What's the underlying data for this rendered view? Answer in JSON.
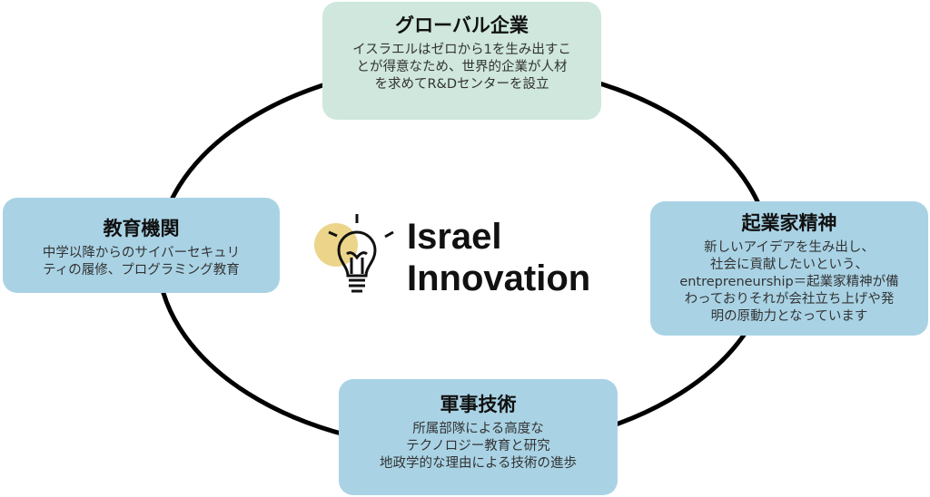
{
  "center": {
    "title_line1": "Israel",
    "title_line2": "Innovation",
    "icon": "lightbulb-icon"
  },
  "nodes": {
    "global": {
      "title": "グローバル企業",
      "text": "イスラエルはゼロから1を生み出すこ\nとが得意なため、世界的企業が人材\nを求めてR&Dセンターを設立"
    },
    "education": {
      "title": "教育機関",
      "text": "中学以降からのサイバーセキュリ\nティの履修、プログラミング教育"
    },
    "entrepreneurship": {
      "title": "起業家精神",
      "text": "新しいアイデアを生み出し、\n社会に貢献したいという、\nentrepreneurship＝起業家精神が備\nわっておりそれが会社立ち上げや発\n明の原動力となっています"
    },
    "military": {
      "title": "軍事技術",
      "text": "所属部隊による高度な\nテクノロジー教育と研究\n地政学的な理由による技術の進歩"
    }
  },
  "colors": {
    "mint": "#cfe7dd",
    "blue": "#a9d3e5",
    "bulb_glow": "#ecd58a"
  }
}
